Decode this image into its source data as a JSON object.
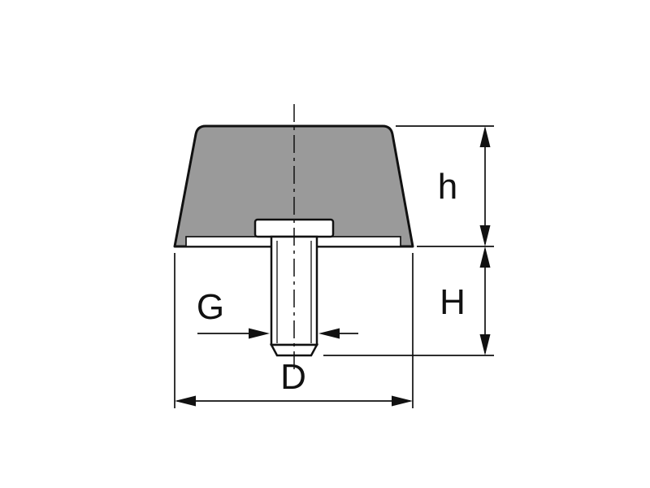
{
  "diagram": {
    "type": "technical-drawing",
    "labels": {
      "h": "h",
      "H": "H",
      "G": "G",
      "D": "D"
    },
    "colors": {
      "line": "#111111",
      "body_fill": "#9a9a9a",
      "insert_fill": "#ffffff",
      "background": "#ffffff"
    }
  }
}
